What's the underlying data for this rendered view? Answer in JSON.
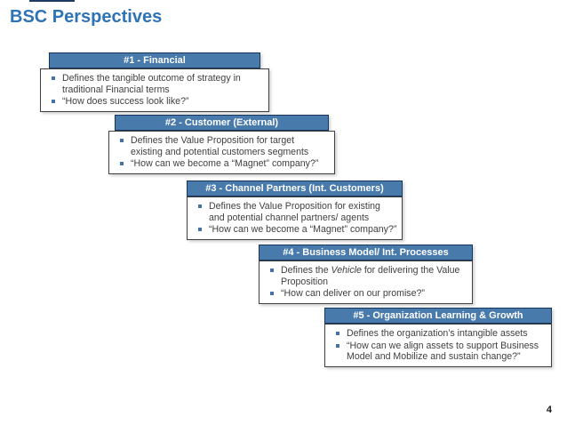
{
  "slide_title": "BSC Perspectives",
  "page_number": "4",
  "colors": {
    "title_text": "#2E73B5",
    "header_background": "#487AAC",
    "header_border": "#17365D",
    "header_text": "#FFFFFF",
    "body_border": "#3F3F3F",
    "body_text": "#3F3F3F",
    "bullet_square": "#4472A8"
  },
  "boxes": [
    {
      "header": "#1 - Financial",
      "bullets": [
        "Defines the tangible outcome of strategy in traditional Financial terms",
        "“How does success look like?”"
      ]
    },
    {
      "header": "#2 - Customer (External)",
      "bullets": [
        "Defines the Value Proposition for target existing and potential customers segments",
        "“How can we become a “Magnet” company?”"
      ]
    },
    {
      "header": "#3 - Channel Partners (Int. Customers)",
      "bullets": [
        "Defines the Value Proposition for existing and potential channel partners/ agents",
        "“How can we become a “Magnet” company?”"
      ]
    },
    {
      "header": "#4 - Business Model/ Int. Processes",
      "bullets": [
        {
          "prefix": "Defines the ",
          "italic": "Vehicle",
          "suffix": " for delivering the Value Proposition"
        },
        "“How can deliver on our promise?”"
      ]
    },
    {
      "header": "#5 - Organization Learning & Growth",
      "bullets": [
        "Defines the organization’s intangible assets",
        "“How can we align assets to support Business Model and Mobilize and sustain change?”"
      ]
    }
  ]
}
